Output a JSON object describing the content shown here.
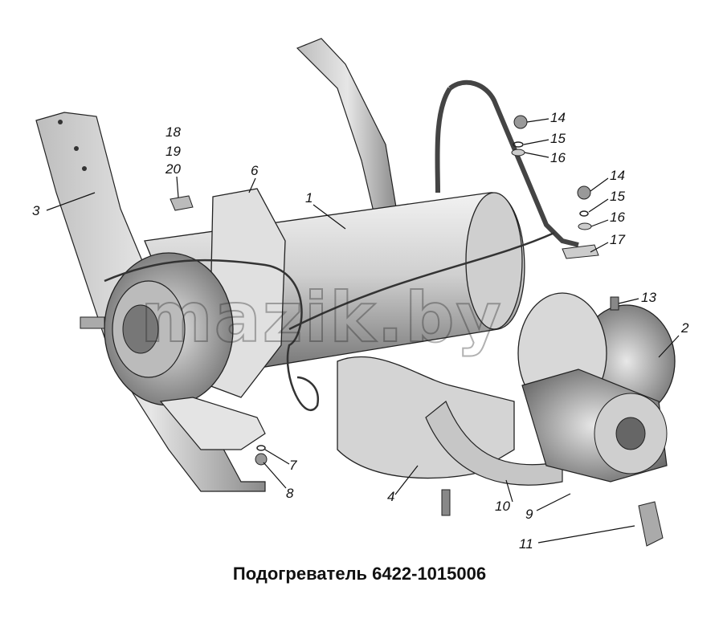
{
  "caption": "Подогреватель 6422-1015006",
  "watermark": "mazik.by",
  "callouts": {
    "c1": "1",
    "c2": "2",
    "c3": "3",
    "c4": "4",
    "c6": "6",
    "c7": "7",
    "c8": "8",
    "c9": "9",
    "c10": "10",
    "c11": "11",
    "c13": "13",
    "c14a": "14",
    "c15a": "15",
    "c16a": "16",
    "c14b": "14",
    "c15b": "15",
    "c16b": "16",
    "c17": "17",
    "c18": "18",
    "c19": "19",
    "c20": "20"
  },
  "colors": {
    "ink": "#111111",
    "metal": "#d9d9d9",
    "shade": "#9a9a9a",
    "dark": "#555555"
  }
}
